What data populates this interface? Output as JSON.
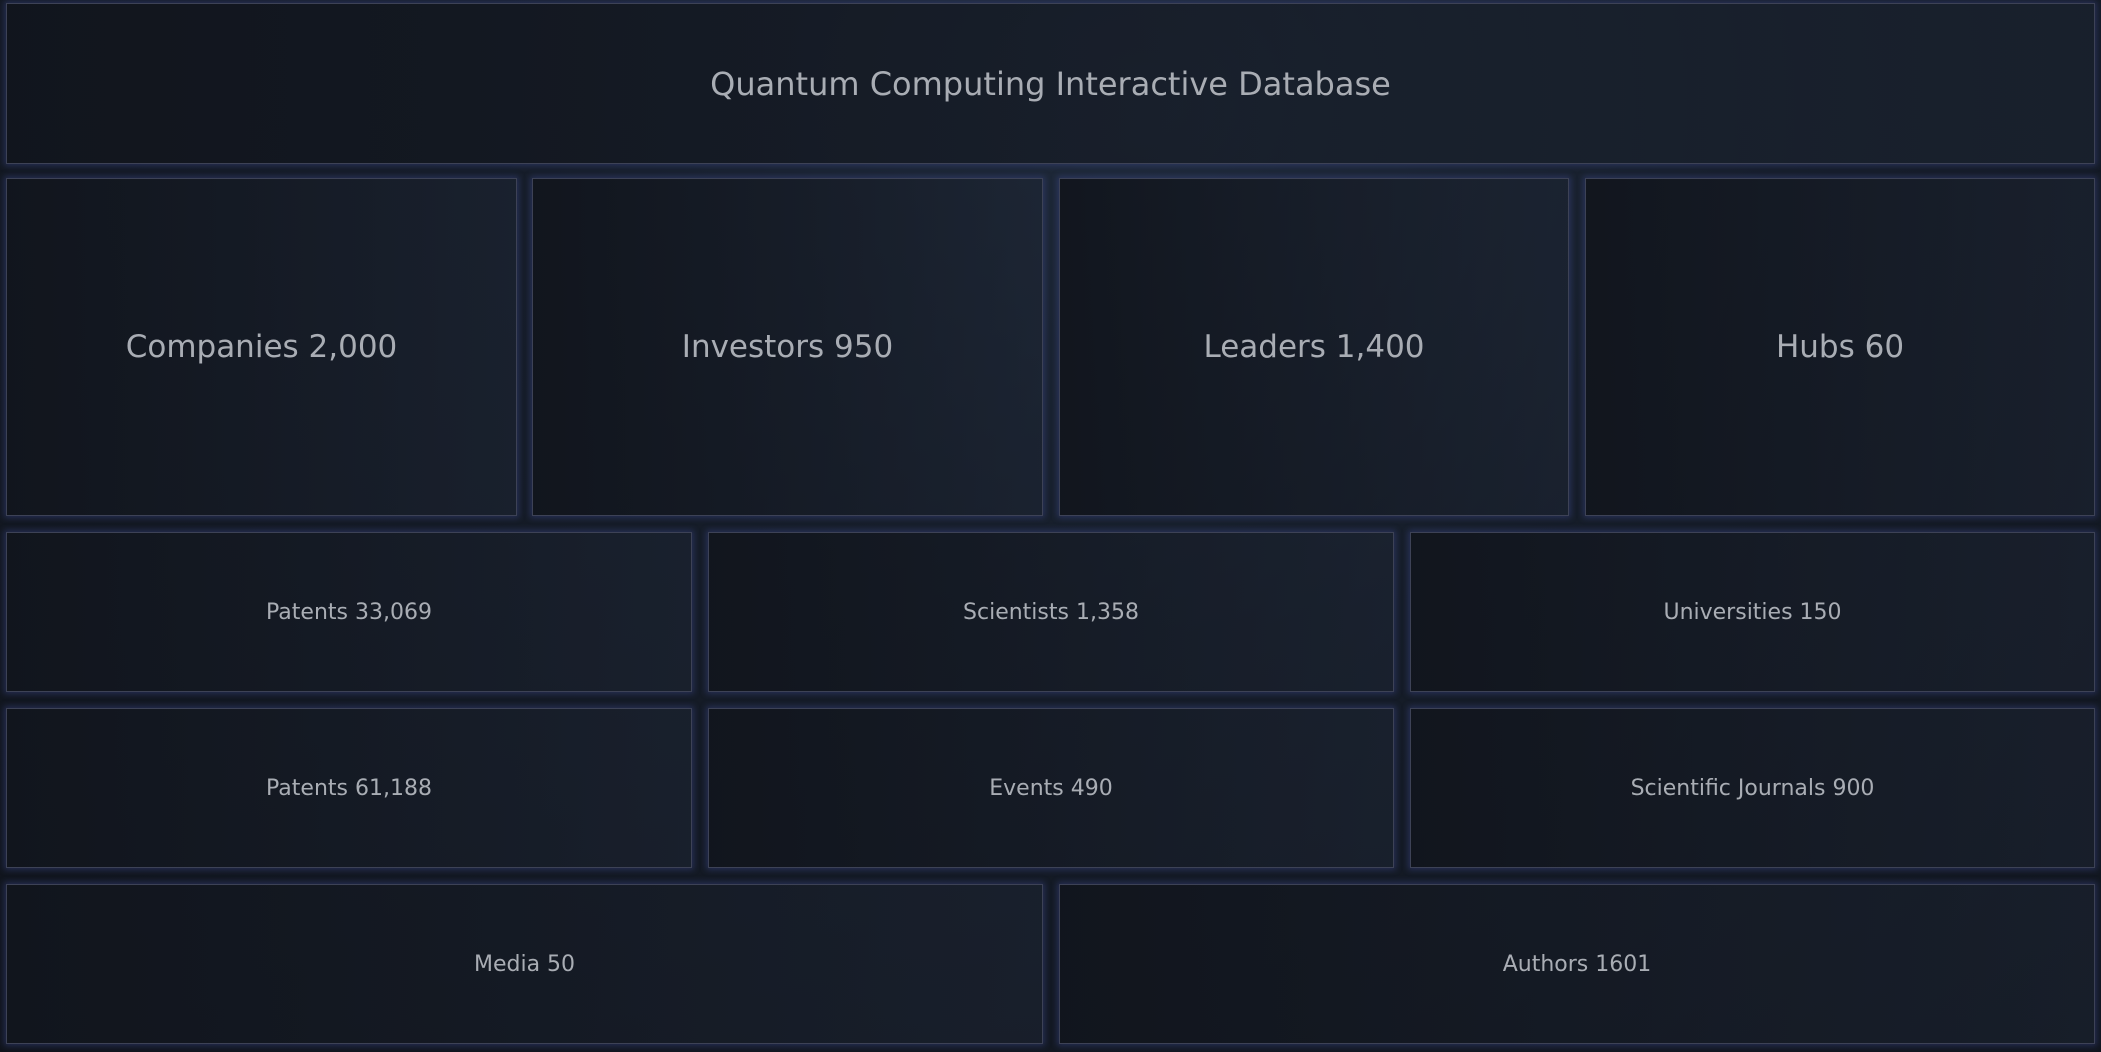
{
  "header": {
    "title": "Quantum Computing Interactive Database"
  },
  "tiles": {
    "companies": "Companies 2,000",
    "investors": "Investors 950",
    "leaders": "Leaders 1,400",
    "hubs": "Hubs 60",
    "patents_a": "Patents 33,069",
    "scientists": "Scientists 1,358",
    "universities": "Universities 150",
    "patents_b": "Patents 61,188",
    "events": "Events 490",
    "journals": "Scientific Journals 900",
    "media": "Media 50",
    "authors": "Authors 1601"
  }
}
